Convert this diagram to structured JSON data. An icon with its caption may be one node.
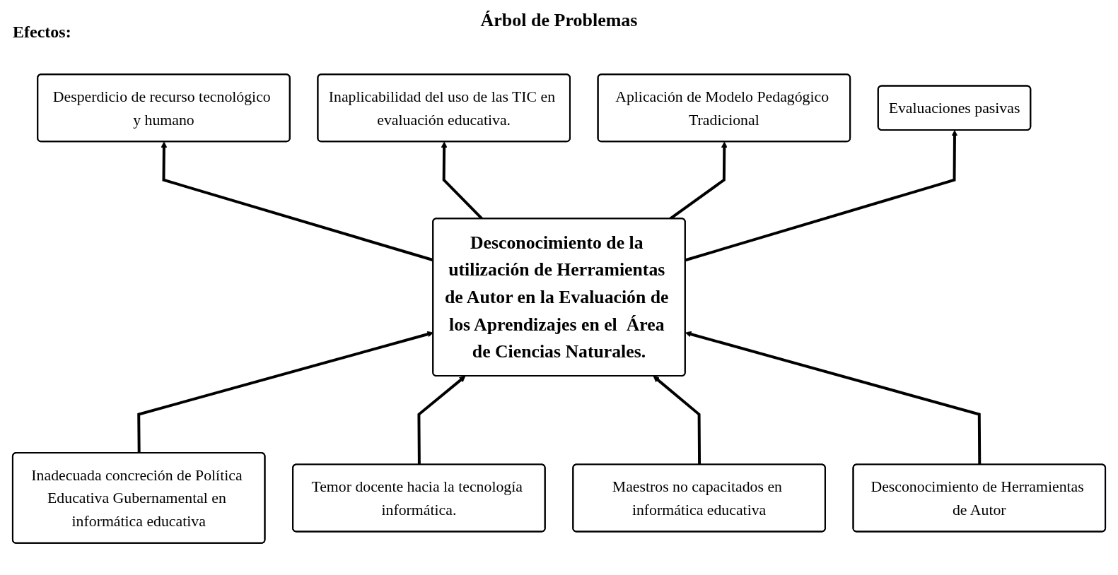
{
  "diagram": {
    "title": "Árbol de Problemas",
    "nodes": [
      {
        "text": [
          "Desperdicio de recurso tecnológico y humano"
        ]
      },
      {
        "text": [
          "Inaplicabilidad del uso de las TIC en evaluación educativa."
        ]
      },
      {
        "text": [
          "Aplicación de Modelo Pedagógico Tradicional"
        ]
      },
      {
        "text": [
          "Evaluaciones pasivas"
        ]
      },
      {
        "text": [
          "Desconocimiento de la utilización de Herramientas de Autor en la Evaluación de los Aprendizajes en el  Área de Ciencias Naturales."
        ]
      },
      {
        "text": [
          "Inadecuada concreción de Política Educativa Gubernamental en informática educativa"
        ]
      },
      {
        "text": [
          "Temor docente hacia la tecnología informática."
        ]
      },
      {
        "text": [
          "Maestros no capacitados en informática educativa"
        ]
      },
      {
        "text": [
          "Desconocimiento de Herramientas de Autor"
        ]
      }
    ],
    "edges": [
      {
        "from": 4,
        "to": 0,
        "arrow": "to"
      },
      {
        "from": 4,
        "to": 1,
        "arrow": "to"
      },
      {
        "from": 4,
        "to": 2,
        "arrow": "to"
      },
      {
        "from": 4,
        "to": 3,
        "arrow": "to"
      },
      {
        "from": 5,
        "to": 4,
        "arrow": "to"
      },
      {
        "from": 6,
        "to": 4,
        "arrow": "to"
      },
      {
        "from": 7,
        "to": 4,
        "arrow": "to"
      },
      {
        "from": 8,
        "to": 4,
        "arrow": "to"
      }
    ],
    "labels": [
      "Efectos:"
    ]
  }
}
